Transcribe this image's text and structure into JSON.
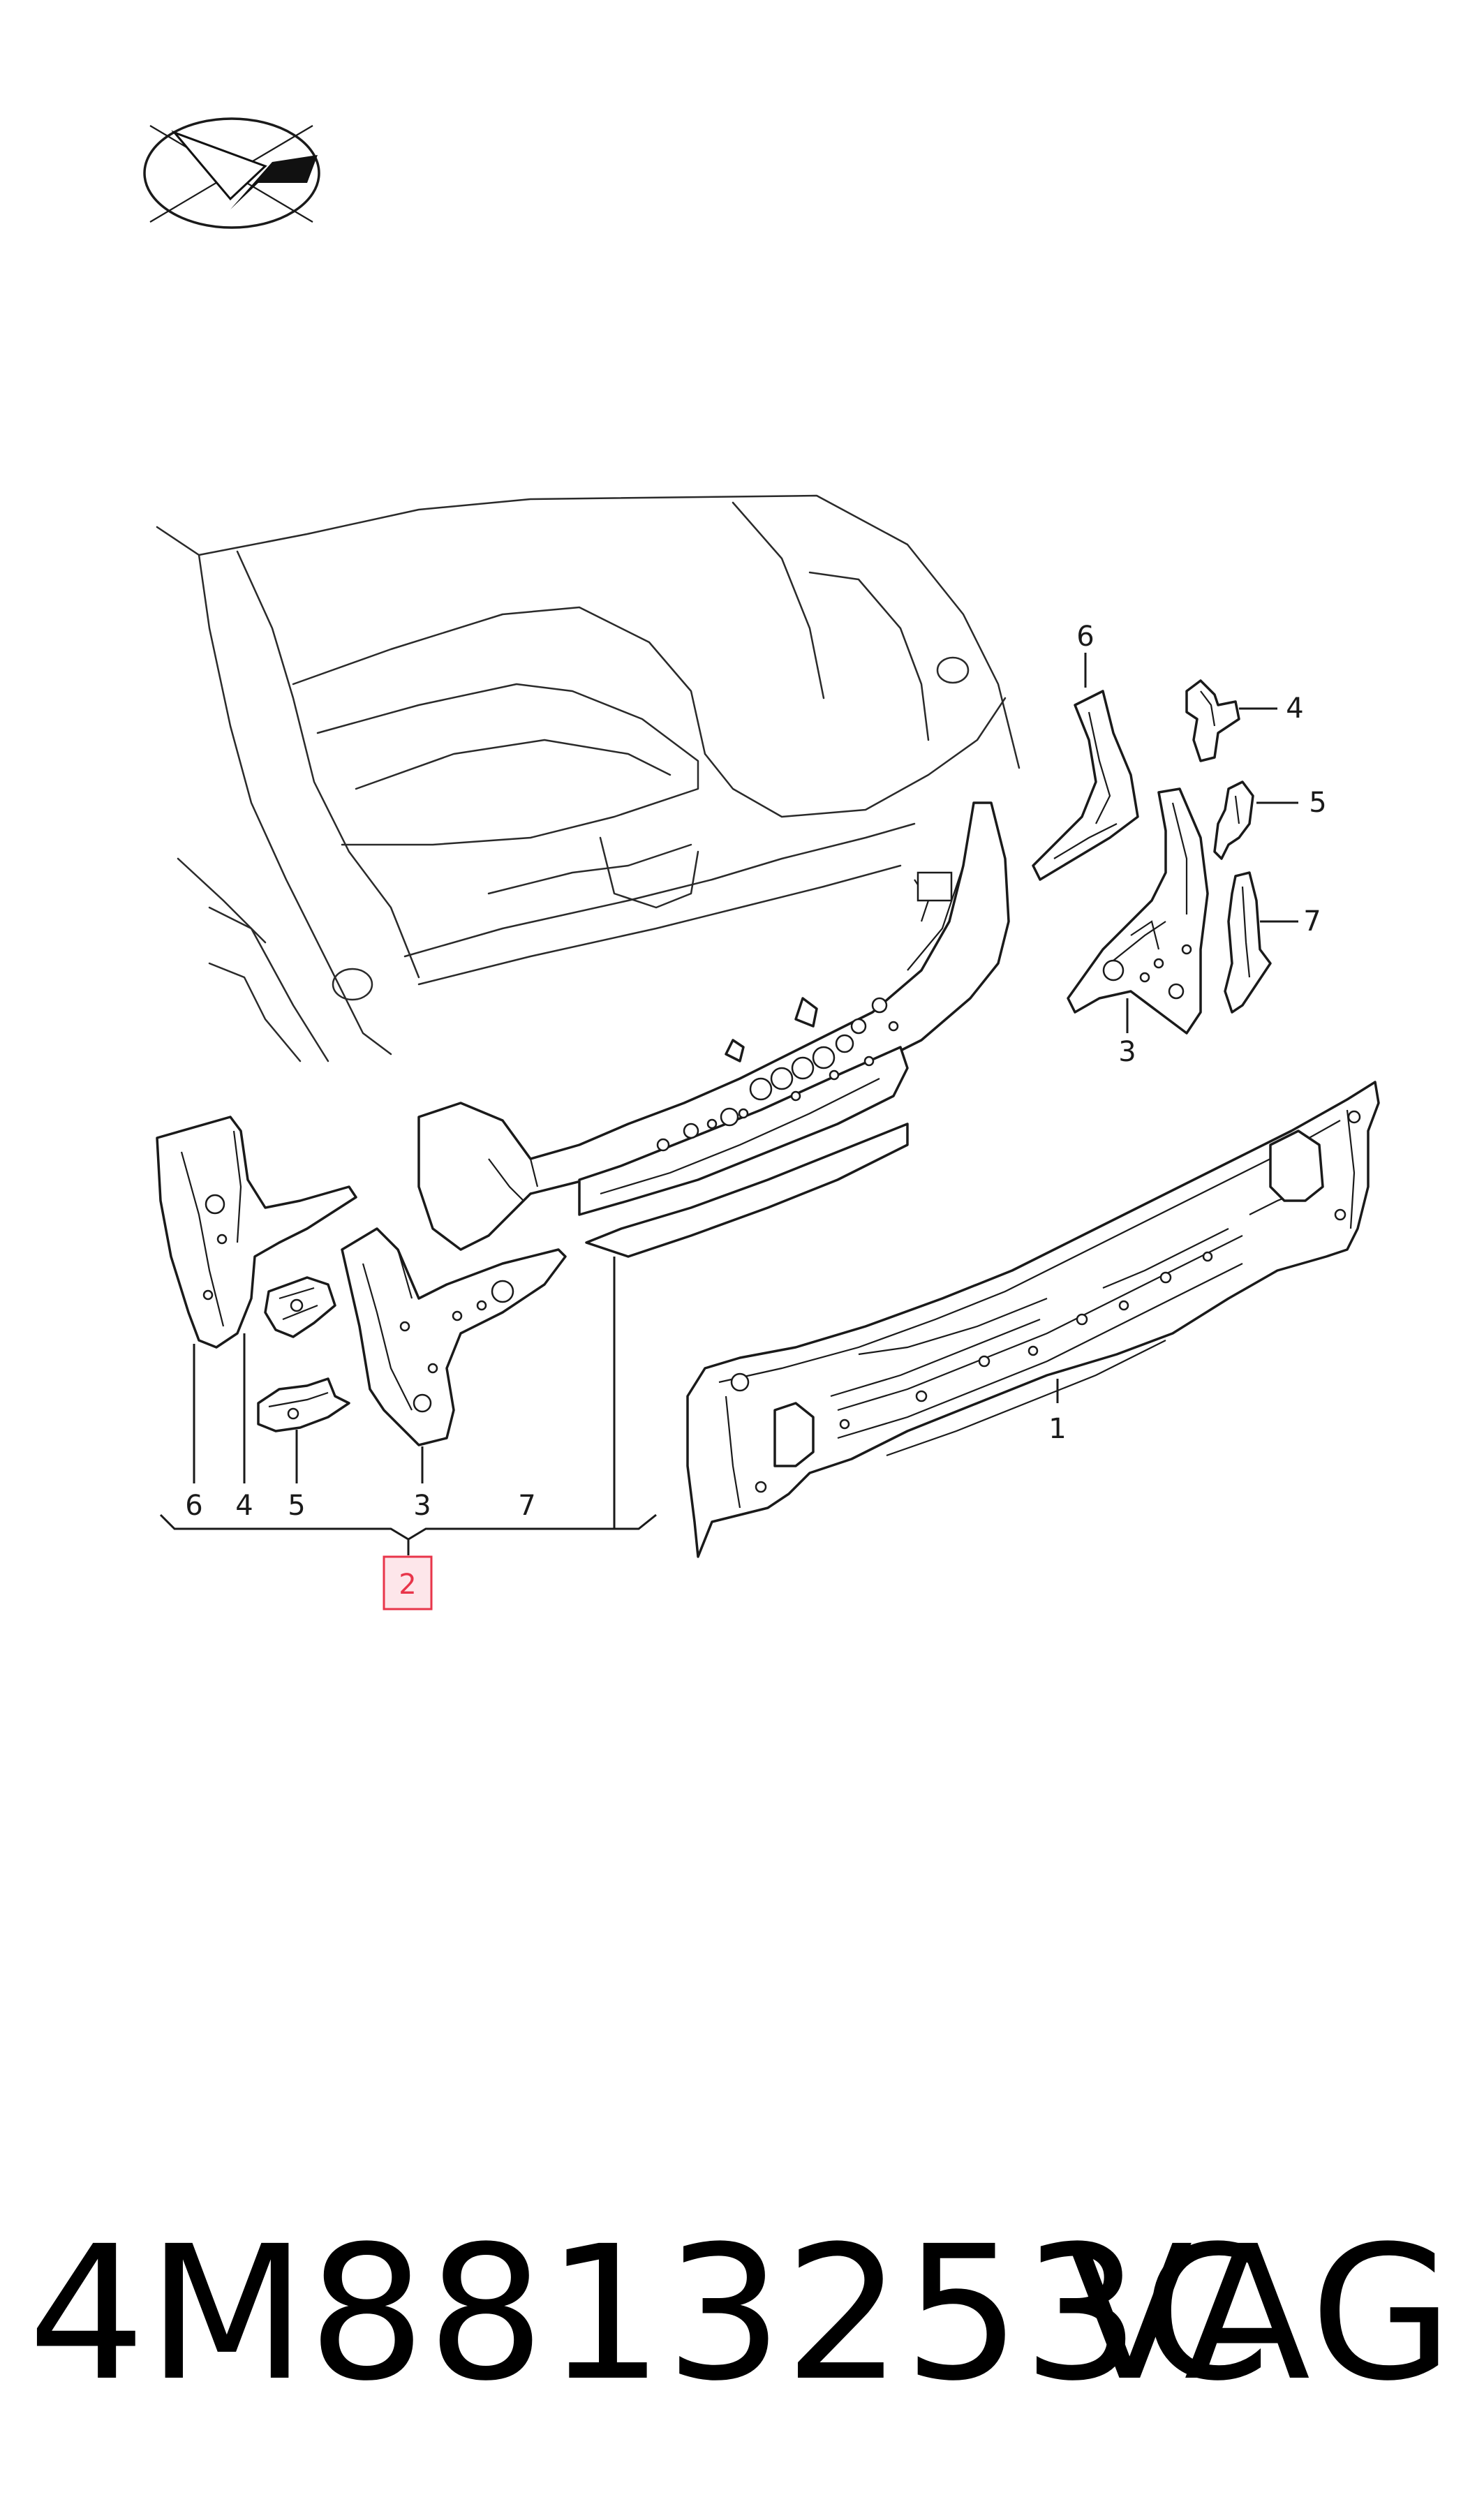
{
  "diagram": {
    "callouts": {
      "c1": "1",
      "c2": "2",
      "c3a": "3",
      "c3b": "3",
      "c4a": "4",
      "c4b": "4",
      "c5a": "5",
      "c5b": "5",
      "c6a": "6",
      "c6b": "6",
      "c7a": "7",
      "c7b": "7"
    },
    "highlight_color": "#e8354a"
  },
  "footer": {
    "part_number": "4M8813253C",
    "brand": "VAG"
  }
}
